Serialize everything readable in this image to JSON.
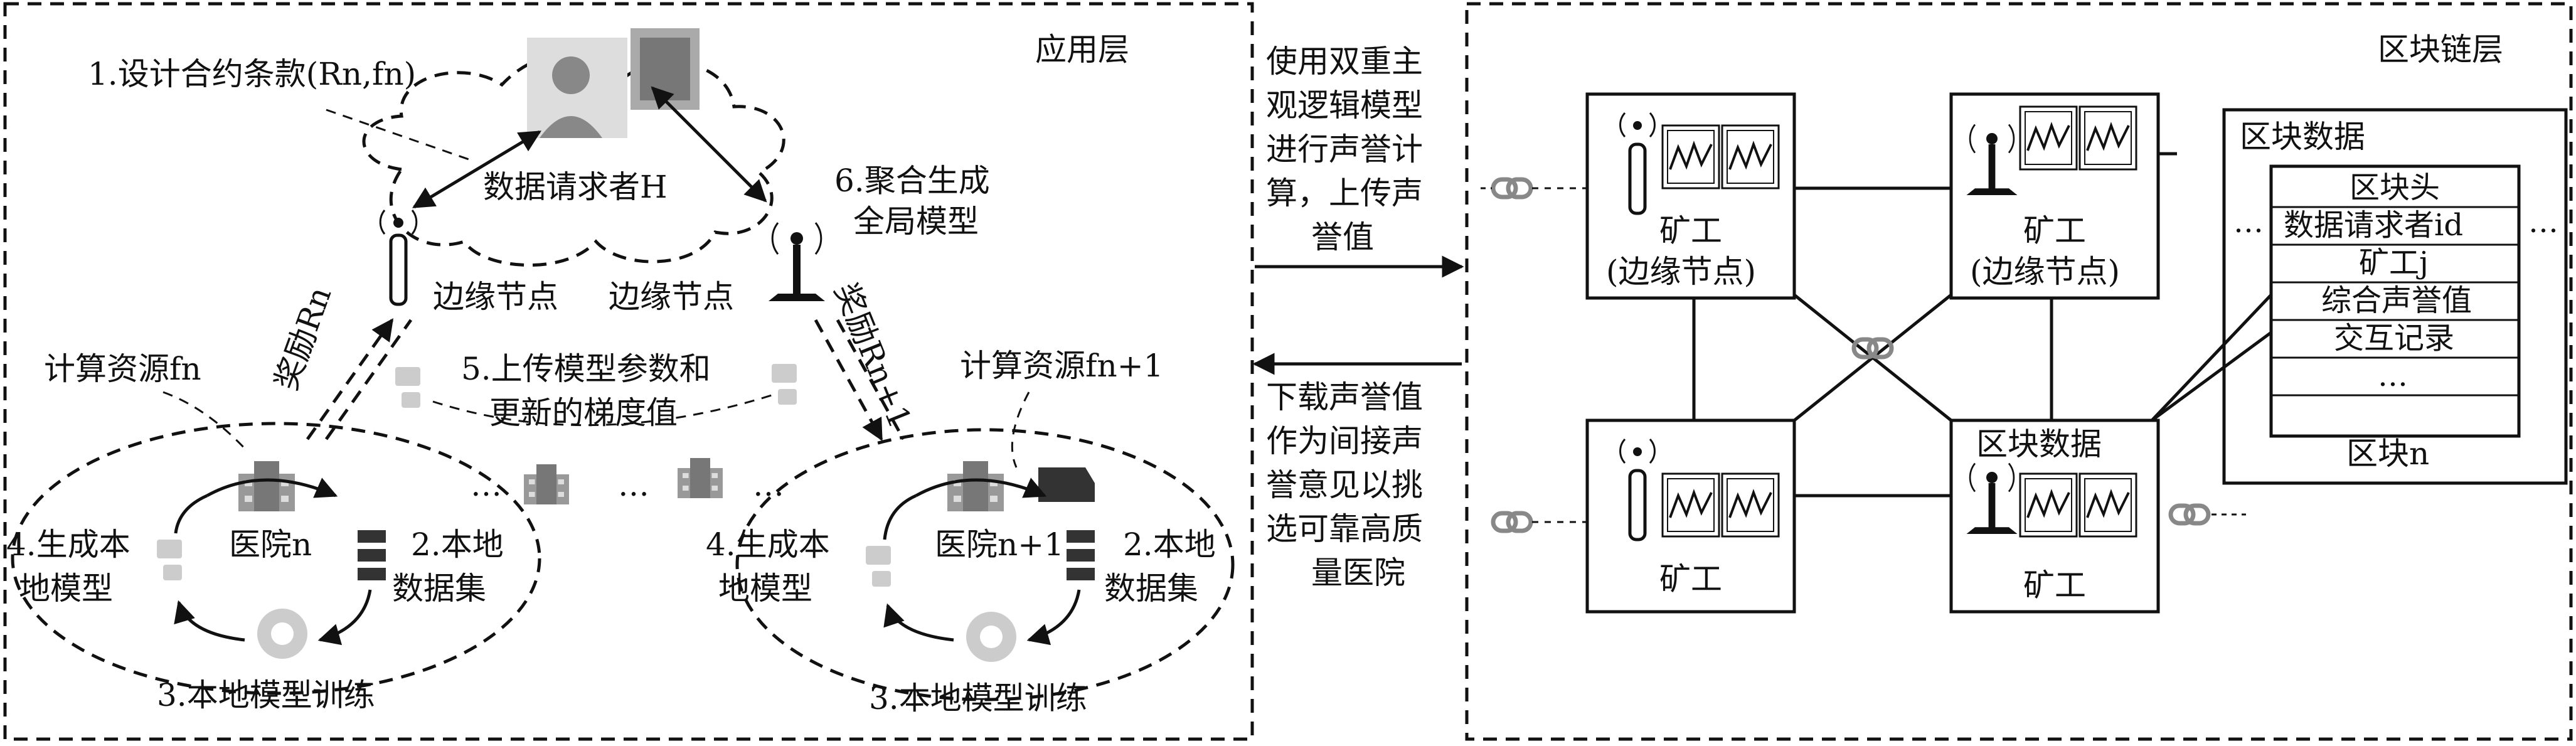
{
  "layers": {
    "app_title": "应用层",
    "chain_title": "区块链层"
  },
  "app": {
    "step1": "1.设计合约条款(Rn,fn)",
    "requester": "数据请求者H",
    "edge_left": "边缘节点",
    "edge_right": "边缘节点",
    "step6_line1": "6.聚合生成",
    "step6_line2": "全局模型",
    "reward_left": "奖励Rn",
    "reward_right": "奖励Rn+1",
    "compute_left": "计算资源fn",
    "compute_right": "计算资源fn+1",
    "step5_line1": "5.上传模型参数和",
    "step5_line2": "更新的梯度值",
    "ellipsis": "…",
    "hospital_left": "医院n",
    "hospital_right": "医院n+1",
    "step4_line1": "4.生成本",
    "step4_line2": "地模型",
    "step2_line1": "2.本地",
    "step2_line2": "数据集",
    "step3": "3.本地模型训练"
  },
  "middle": {
    "upper": [
      "使用双重主",
      "观逻辑模型",
      "进行声誉计",
      "算，上传声",
      "誉值"
    ],
    "lower": [
      "下载声誉值",
      "作为间接声",
      "誉意见以挑",
      "选可靠高质",
      "量医院"
    ]
  },
  "chain": {
    "miner": "矿工",
    "edge_node": "(边缘节点)",
    "block_data_label": "区块数据",
    "panel_title": "区块数据",
    "table": [
      "区块头",
      "数据请求者id",
      "矿工j",
      "综合声誉值",
      "交互记录",
      "…"
    ],
    "table_footer": "区块n",
    "dots": "…"
  }
}
